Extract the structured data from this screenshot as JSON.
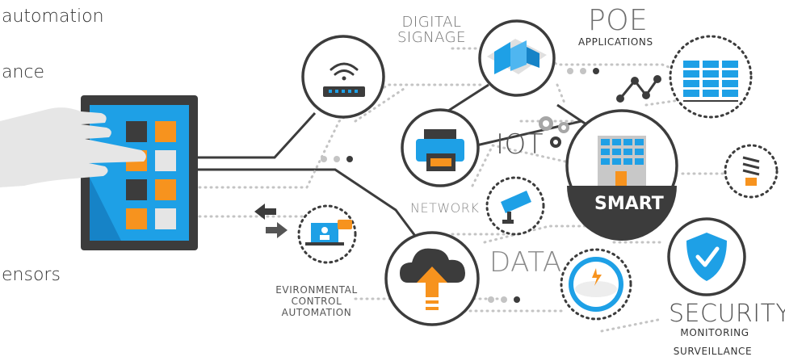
{
  "side_labels": {
    "automation": "automation",
    "ance": "ance",
    "ensors": "ensors"
  },
  "labels": {
    "digital_signage": [
      "DIGITAL",
      "SIGNAGE"
    ],
    "poe": "POE",
    "applications": "APPLICATIONS",
    "iot": "IOT",
    "network": "NETWORK",
    "data": "DATA",
    "smart": "SMART",
    "security": "SECURITY",
    "monitoring": "MONITORING",
    "surveillance": "SURVEILLANCE",
    "environmental": [
      "EVIRONMENTAL",
      "CONTROL",
      "AUTOMATION"
    ]
  },
  "colors": {
    "accent_blue": "#1ea0e6",
    "accent_orange": "#f7931e",
    "dark": "#3c3c3c",
    "line_gray": "#bdbdbd"
  },
  "icons": [
    "tablet-icon",
    "hand-icon",
    "router-icon",
    "server-rack-icon",
    "printer-icon",
    "gears-icon",
    "trend-chart-icon",
    "database-icon",
    "building-icon",
    "bulb-icon",
    "camera-icon",
    "laptop-user-icon",
    "arrows-icon",
    "cloud-upload-icon",
    "smoke-detector-icon",
    "shield-check-icon"
  ]
}
